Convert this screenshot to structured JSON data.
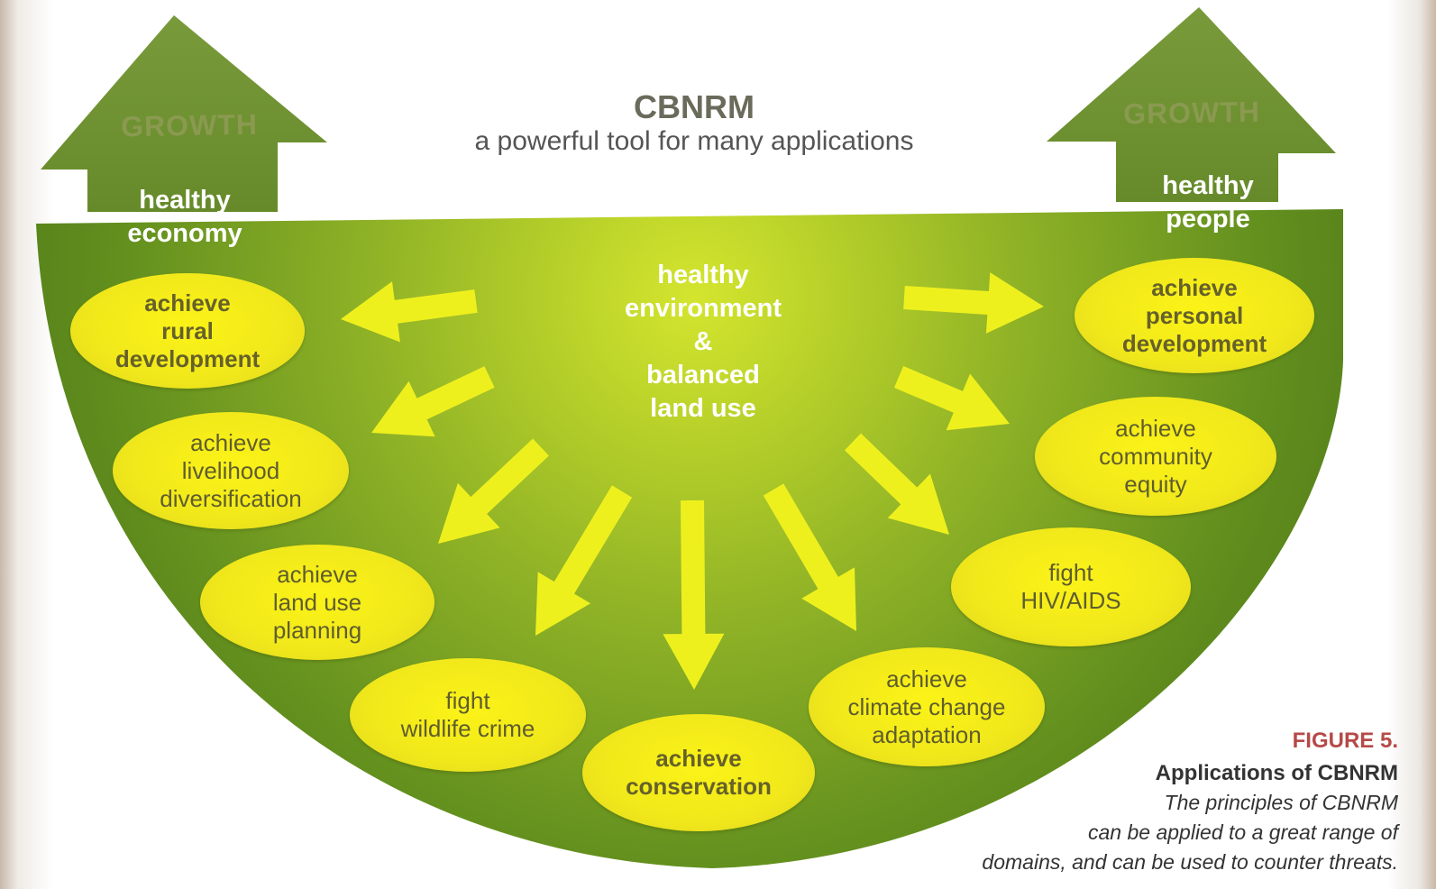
{
  "title": "CBNRM",
  "subtitle": "a powerful tool for many applications",
  "growth_left": "GROWTH",
  "growth_right": "GROWTH",
  "healthy_economy": [
    "healthy",
    "economy"
  ],
  "healthy_people": [
    "healthy",
    "people"
  ],
  "center": [
    "healthy",
    "environment",
    "&",
    "balanced",
    "land use"
  ],
  "ellipses": [
    {
      "lines": [
        "achieve",
        "rural",
        "development"
      ],
      "bold": true
    },
    {
      "lines": [
        "achieve",
        "livelihood",
        "diversification"
      ],
      "bold": false
    },
    {
      "lines": [
        "achieve",
        "land use",
        "planning"
      ],
      "bold": false
    },
    {
      "lines": [
        "fight",
        "wildlife crime"
      ],
      "bold": false
    },
    {
      "lines": [
        "achieve",
        "conservation"
      ],
      "bold": true
    },
    {
      "lines": [
        "achieve",
        "climate change",
        "adaptation"
      ],
      "bold": false
    },
    {
      "lines": [
        "fight",
        "HIV/AIDS"
      ],
      "bold": false
    },
    {
      "lines": [
        "achieve",
        "community",
        "equity"
      ],
      "bold": false
    },
    {
      "lines": [
        "achieve",
        "personal",
        "development"
      ],
      "bold": true
    }
  ],
  "caption": {
    "figure": "FIGURE 5.",
    "title": "Applications of CBNRM",
    "description": [
      "The principles of CBNRM",
      "can be applied to a great range of",
      "domains, and can be used to counter threats."
    ]
  },
  "colors": {
    "green_dark": "#5e8c1e",
    "green_light": "#c2d92a",
    "arrow_green": "#6f9233",
    "yellow": "#f5ec1a",
    "figure_red": "#b54a48"
  }
}
